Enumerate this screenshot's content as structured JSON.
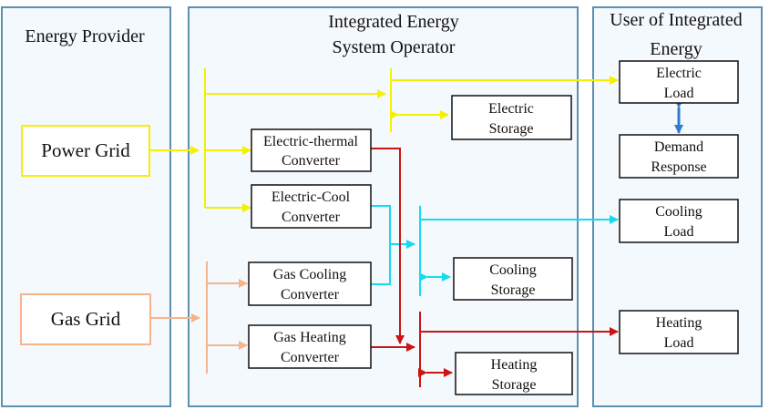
{
  "sections": {
    "provider": {
      "title": "Energy Provider"
    },
    "operator": {
      "title_line1": "Integrated Energy",
      "title_line2": "System Operator"
    },
    "user": {
      "title_line1": "User of Integrated",
      "title_line2": "Energy"
    }
  },
  "sources": {
    "power_grid": "Power Grid",
    "gas_grid": "Gas Grid"
  },
  "converters": {
    "electric_thermal": {
      "line1": "Electric-thermal",
      "line2": "Converter"
    },
    "electric_cool": {
      "line1": "Electric-Cool",
      "line2": "Converter"
    },
    "gas_cooling": {
      "line1": "Gas Cooling",
      "line2": "Converter"
    },
    "gas_heating": {
      "line1": "Gas Heating",
      "line2": "Converter"
    }
  },
  "storage": {
    "electric": {
      "line1": "Electric",
      "line2": "Storage"
    },
    "cooling": {
      "line1": "Cooling",
      "line2": "Storage"
    },
    "heating": {
      "line1": "Heating",
      "line2": "Storage"
    }
  },
  "loads": {
    "electric": {
      "line1": "Electric",
      "line2": "Load"
    },
    "demand_response": {
      "line1": "Demand",
      "line2": "Response"
    },
    "cooling": {
      "line1": "Cooling",
      "line2": "Load"
    },
    "heating": {
      "line1": "Heating",
      "line2": "Load"
    }
  },
  "colors": {
    "panel_border": "#5d8fb0",
    "panel_fill": "#f4f9fd",
    "electric": "#f5f000",
    "gas": "#f6b48c",
    "cooling": "#16dbf0",
    "heating": "#cc1414",
    "demand_arrow": "#2f7bd1"
  }
}
